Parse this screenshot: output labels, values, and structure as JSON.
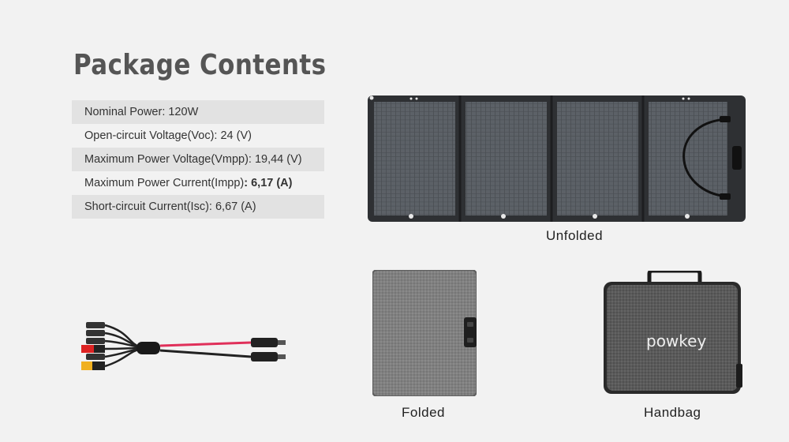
{
  "title": "Package Contents",
  "specs": [
    {
      "label": "Nominal Power: 120W",
      "value_bold": ""
    },
    {
      "label": "Open-circuit Voltage(Voc): 24 (V)",
      "value_bold": ""
    },
    {
      "label": "Maximum Power Voltage(Vmpp): 19,44 (V)",
      "value_bold": ""
    },
    {
      "label": "Maximum Power Current(Impp)",
      "value_bold": ": 6,17 (A)"
    },
    {
      "label": "Short-circuit Current(Isc): 6,67 (A)",
      "value_bold": ""
    }
  ],
  "captions": {
    "unfolded": "Unfolded",
    "folded": "Folded",
    "handbag": "Handbag"
  },
  "brand_logo": "powkey",
  "colors": {
    "background": "#f2f2f2",
    "row_shade": "#e2e2e2",
    "title": "#555555",
    "cable_red": "#e0305a"
  }
}
